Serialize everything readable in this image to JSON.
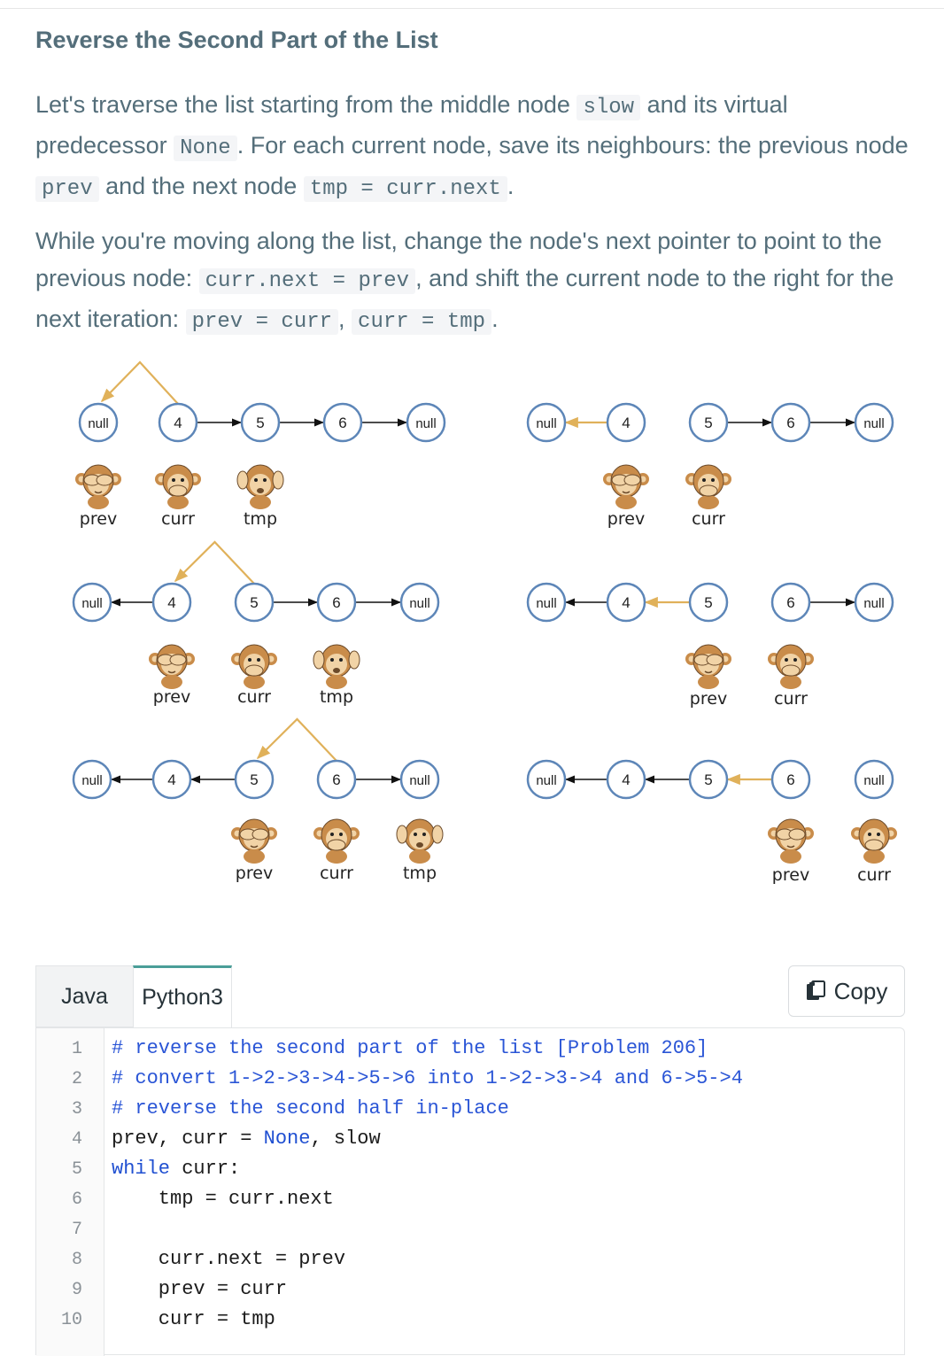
{
  "heading": "Reverse the Second Part of the List",
  "para1": [
    {
      "t": "Let's traverse the list starting from the middle node "
    },
    {
      "c": "slow"
    },
    {
      "t": " and its virtual predecessor "
    },
    {
      "c": "None"
    },
    {
      "t": ". For each current node, save its neighbours: the previous node "
    },
    {
      "c": "prev"
    },
    {
      "t": " and the next node "
    },
    {
      "c": "tmp = curr.next"
    },
    {
      "t": "."
    }
  ],
  "para2": [
    {
      "t": "While you're moving along the list, change the node's next pointer to point to the previous node: "
    },
    {
      "c": "curr.next = prev"
    },
    {
      "t": ", and shift the current node to the right for the next iteration: "
    },
    {
      "c": "prev = curr"
    },
    {
      "t": ", "
    },
    {
      "c": "curr = tmp"
    },
    {
      "t": "."
    }
  ],
  "diagram": {
    "null_label": "null",
    "node_values": [
      "4",
      "5",
      "6"
    ],
    "pointer_labels": {
      "prev": "prev",
      "curr": "curr",
      "tmp": "tmp"
    },
    "colors": {
      "node_stroke": "#5d86b8",
      "gold_arrow": "#e0b15a",
      "monkey_face": "#c98c4a",
      "monkey_skin": "#f1d3a6"
    },
    "icons": [
      "see-no-evil-monkey-icon",
      "speak-no-evil-monkey-icon",
      "hear-no-evil-monkey-icon"
    ]
  },
  "code": {
    "tabs": [
      "Java",
      "Python3"
    ],
    "active_tab": "Python3",
    "copy_label": "Copy",
    "line_numbers": [
      "1",
      "2",
      "3",
      "4",
      "5",
      "6",
      "7",
      "8",
      "9",
      "10"
    ],
    "lines": [
      "# reverse the second part of the list [Problem 206]",
      "# convert 1->2->3->4->5->6 into 1->2->3->4 and 6->5->4",
      "# reverse the second half in-place",
      "prev, curr = None, slow",
      "while curr:",
      "    tmp = curr.next",
      "",
      "    curr.next = prev",
      "    prev = curr",
      "    curr = tmp"
    ]
  }
}
